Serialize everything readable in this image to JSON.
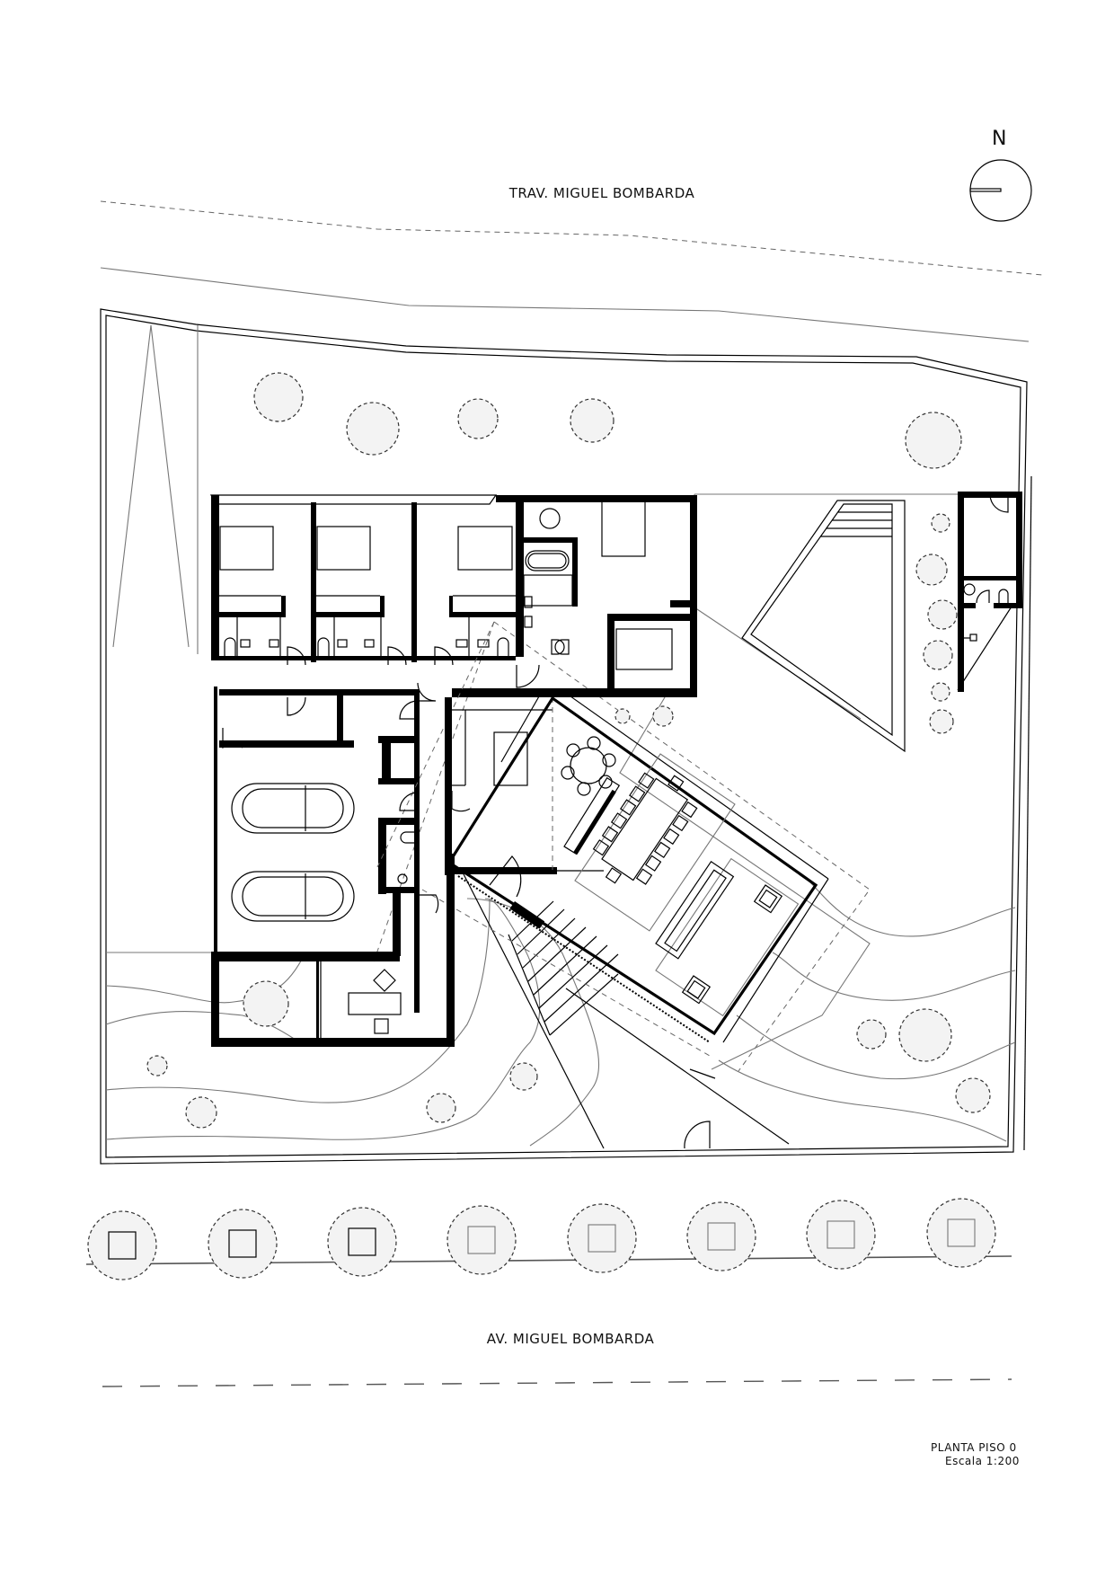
{
  "drawing": {
    "type": "architectural floor plan",
    "streets": {
      "top": "TRAV. MIGUEL BOMBARDA",
      "bottom": "AV. MIGUEL BOMBARDA"
    },
    "north_arrow": {
      "label": "N"
    },
    "title_block": {
      "title": "PLANTA PISO 0",
      "scale": "Escala 1:200"
    },
    "elements": {
      "bedrooms": 3,
      "garage_cars": 2,
      "dining_chairs": 14,
      "street_trees": 8,
      "pool": "triangular pool with entry steps",
      "annex": "detached annex with bathroom"
    },
    "colors": {
      "ink": "#000000",
      "tree_fill": "#f3f3f3",
      "secondary_line": "#777777"
    }
  }
}
